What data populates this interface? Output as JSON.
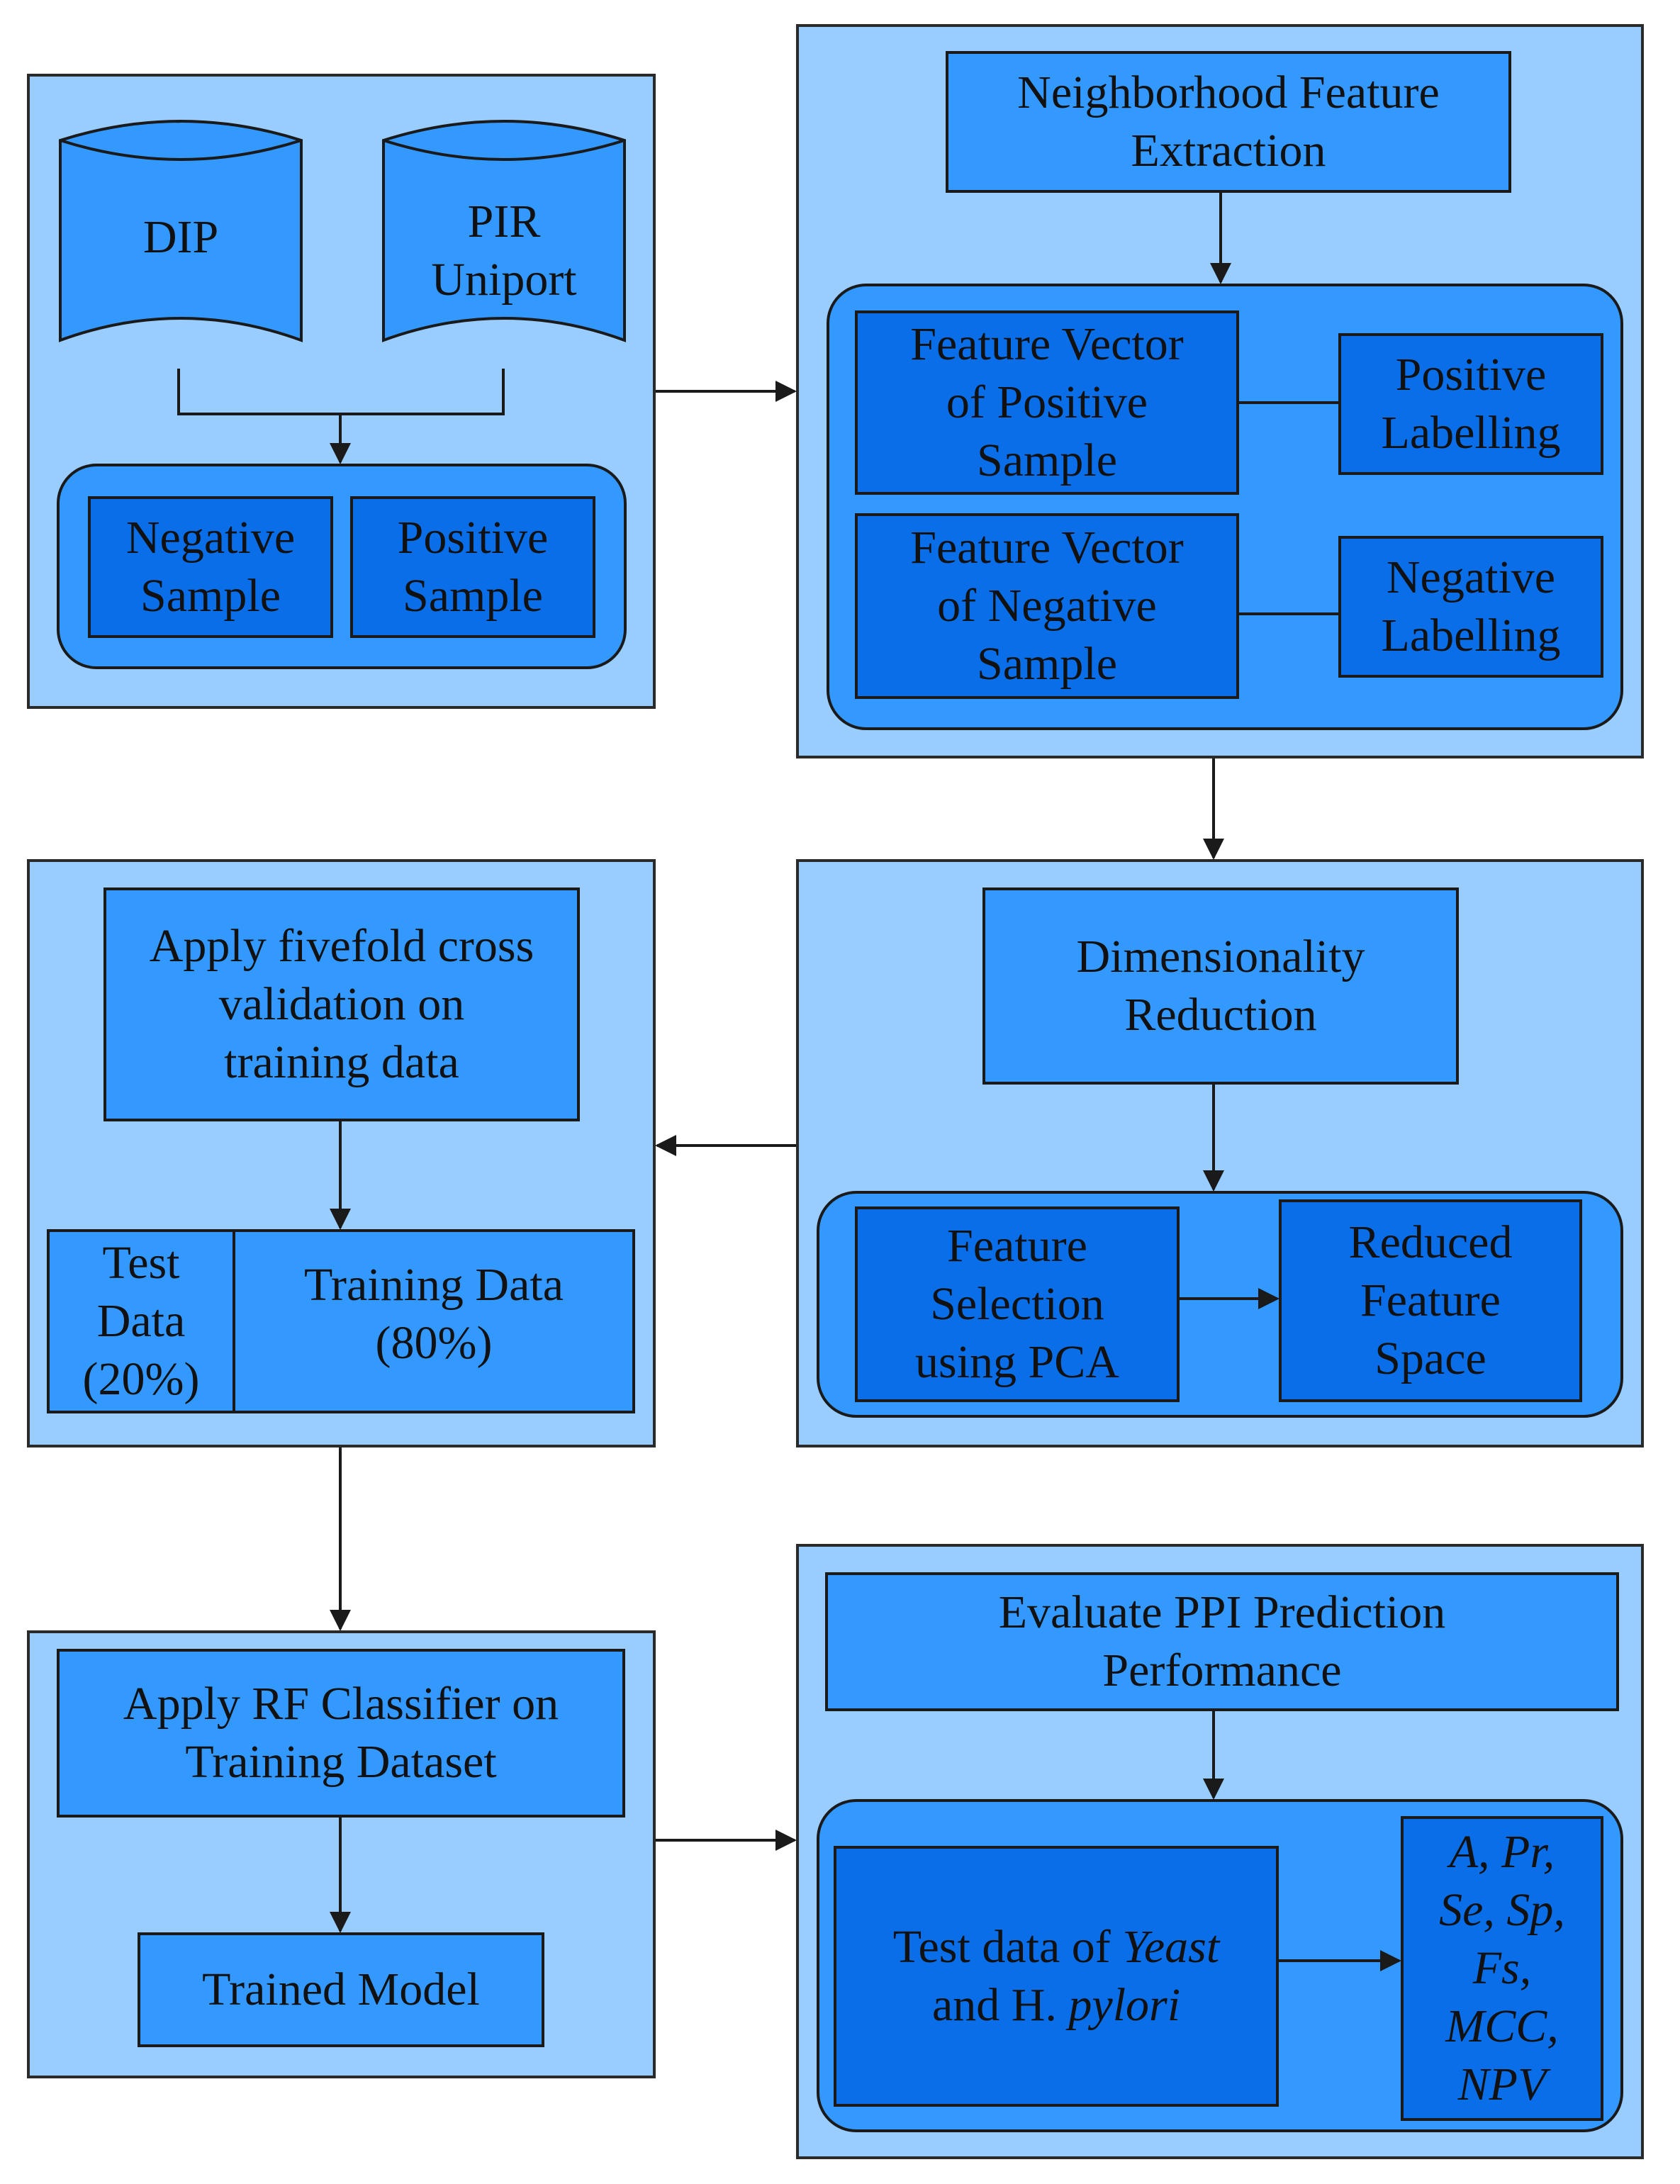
{
  "colors": {
    "panel": "#99ccff",
    "tray": "#3399ff",
    "box_light": "#3399ff",
    "box_dark": "#0a6ee8",
    "line": "#1a1a1a"
  },
  "databases": {
    "dip": "DIP",
    "pir": "PIR\nUniport"
  },
  "samples": {
    "negative": "Negative\nSample",
    "positive": "Positive\nSample"
  },
  "extraction": {
    "title": "Neighborhood Feature\nExtraction",
    "fv_positive": "Feature Vector\nof Positive\nSample",
    "label_positive": "Positive\nLabelling",
    "fv_negative": "Feature Vector\nof Negative\nSample",
    "label_negative": "Negative\nLabelling"
  },
  "reduction": {
    "title": "Dimensionality\nReduction",
    "selection": "Feature\nSelection\nusing PCA",
    "reduced": "Reduced\nFeature\nSpace"
  },
  "validation": {
    "title": "Apply fivefold cross\nvalidation on\ntraining data",
    "test_data": "Test\nData\n(20%)",
    "training_data": "Training Data\n(80%)"
  },
  "classifier": {
    "title": "Apply RF Classifier on\nTraining Dataset",
    "model": "Trained Model"
  },
  "evaluation": {
    "title": "Evaluate PPI Prediction\nPerformance",
    "test_prefix": "Test data of ",
    "test_yeast": "Yeast",
    "test_mid": "and H. ",
    "test_pylori": "pylori",
    "metrics": "A, Pr,\nSe, Sp,\nFs,\nMCC,\nNPV"
  }
}
